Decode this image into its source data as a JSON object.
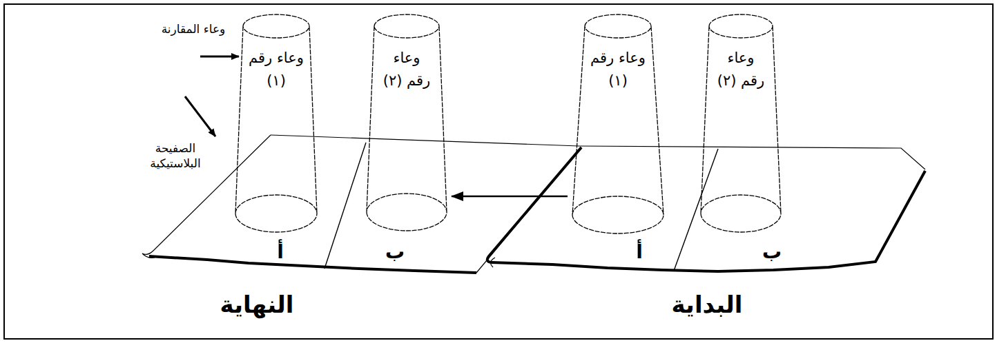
{
  "diagram": {
    "nodes": [
      {
        "text": [
          "وعاء رقم (٢)"
        ]
      },
      {
        "text": [
          "وعاء رقم (١)"
        ]
      },
      {
        "text": [
          "وعاء رقم (٢)"
        ]
      },
      {
        "text": [
          "وعاء رقم (١)"
        ]
      }
    ],
    "edges": [
      {
        "from": 1,
        "to": 2,
        "arrow": "to"
      }
    ],
    "labels": [
      "وعاء المقارنة",
      "الصفيحة البلاستيكية",
      "أ",
      "ب",
      "النهاية",
      "أ",
      "ب",
      "البداية"
    ]
  }
}
